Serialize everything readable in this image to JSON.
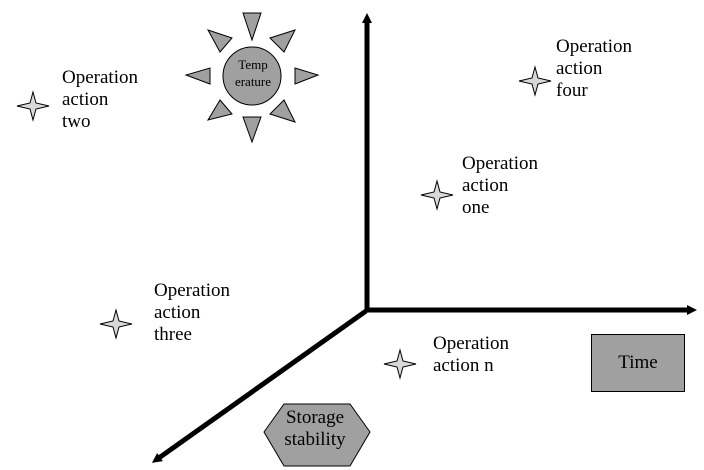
{
  "axes": {
    "time_label": "Time",
    "storage_label_lines": [
      "Storage",
      "stability"
    ],
    "temperature_label_lines": [
      "Temp",
      "erature"
    ]
  },
  "operations": [
    {
      "id": "two",
      "lines": [
        "Operation",
        "action",
        "two"
      ]
    },
    {
      "id": "four",
      "lines": [
        "Operation",
        "action",
        "four"
      ]
    },
    {
      "id": "one",
      "lines": [
        "Operation",
        "action",
        "one"
      ]
    },
    {
      "id": "three",
      "lines": [
        "Operation",
        "action",
        "three"
      ]
    },
    {
      "id": "n",
      "lines": [
        "Operation",
        "action n"
      ]
    }
  ],
  "colors": {
    "shape_fill": "#a0a0a0",
    "axis": "#000000"
  }
}
